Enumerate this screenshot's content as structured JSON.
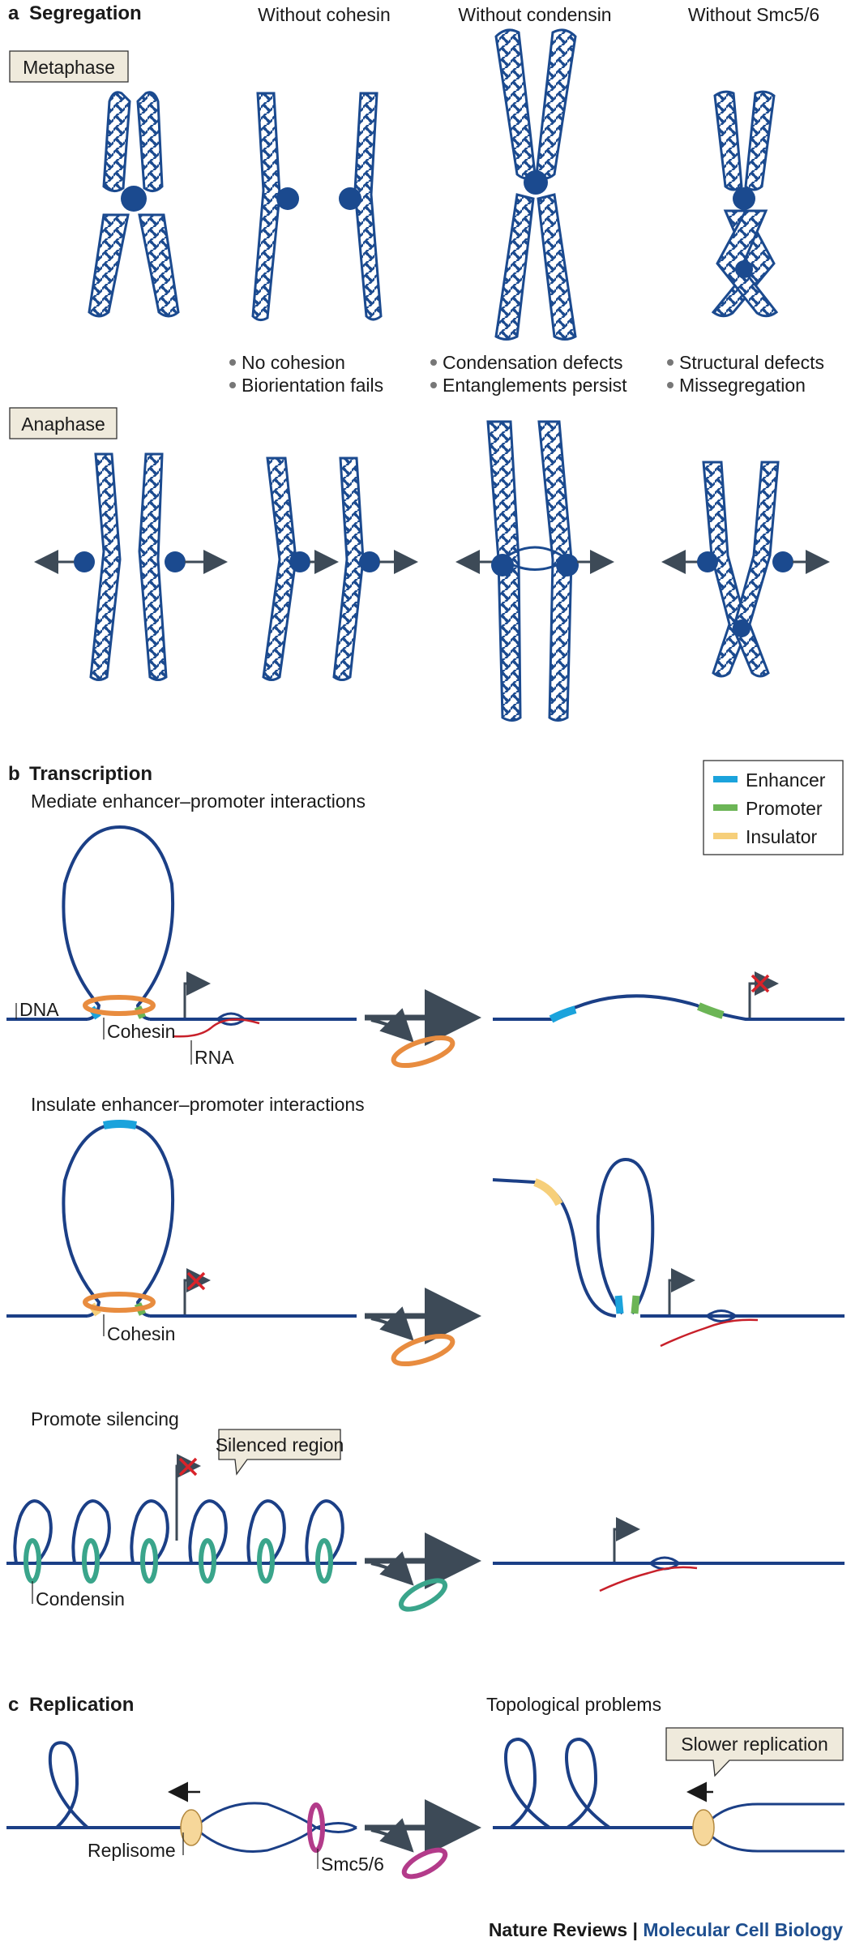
{
  "panel_a": {
    "letter": "a",
    "title": "Segregation",
    "columns": [
      "Without cohesin",
      "Without condensin",
      "Without Smc5/6"
    ],
    "stage_metaphase": "Metaphase",
    "stage_anaphase": "Anaphase",
    "notes": {
      "cohesin": [
        "No cohesion",
        "Biorientation fails"
      ],
      "condensin": [
        "Condensation defects",
        "Entanglements persist"
      ],
      "smc56": [
        "Structural defects",
        "Missegregation"
      ]
    }
  },
  "panel_b": {
    "letter": "b",
    "title": "Transcription",
    "legend": [
      {
        "label": "Enhancer",
        "color": "#1ba3dc"
      },
      {
        "label": "Promoter",
        "color": "#6cb556"
      },
      {
        "label": "Insulator",
        "color": "#f6cf7a"
      }
    ],
    "row1_title": "Mediate enhancer–promoter interactions",
    "row2_title": "Insulate enhancer–promoter interactions",
    "row3_title": "Promote silencing",
    "dna_label": "DNA",
    "cohesin_label": "Cohesin",
    "rna_label": "RNA",
    "condensin_label": "Condensin",
    "silenced_label": "Silenced region"
  },
  "panel_c": {
    "letter": "c",
    "title": "Replication",
    "topo_title": "Topological problems",
    "replisome_label": "Replisome",
    "smc_label": "Smc5/6",
    "slower_label": "Slower replication"
  },
  "footer": {
    "journal": "Nature Reviews",
    "separator": " | ",
    "subtitle": "Molecular Cell Biology"
  },
  "colors": {
    "dna": "#1b3f86",
    "chromosome": "#1b4a8f",
    "arrow": "#3d4a57",
    "cohesin_ring": "#e88c3f",
    "condensin_ring": "#3aa58b",
    "smc_ring": "#b33b8a",
    "replisome": "#f6d79a",
    "rna": "#c8202a",
    "inhibit": "#d9232a",
    "callout_fill": "#efeadc"
  }
}
